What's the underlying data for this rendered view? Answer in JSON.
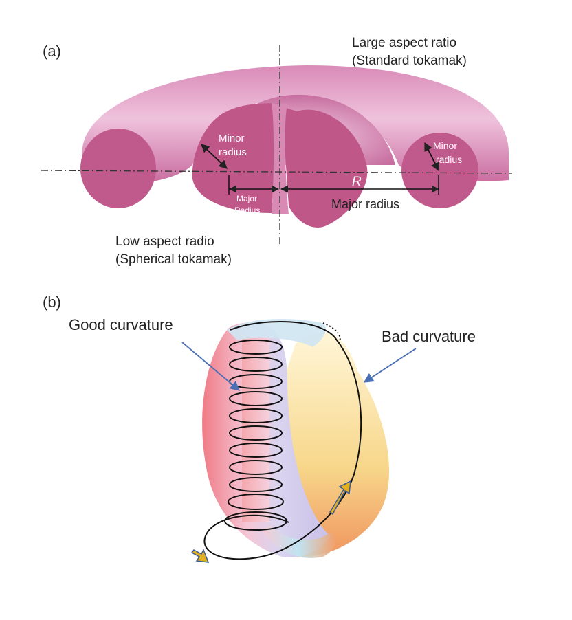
{
  "panel_a": {
    "label": "(a)",
    "large_aspect_line1": "Large aspect ratio",
    "large_aspect_line2": "(Standard tokamak)",
    "low_aspect_line1": "Low aspect radio",
    "low_aspect_line2": "(Spherical tokamak)",
    "minor_radius_left_line1": "Minor",
    "minor_radius_left_line2": "radius",
    "minor_radius_right_line1": "Minor",
    "minor_radius_right_line2": "radius",
    "major_radius_small_line1": "Major",
    "major_radius_small_line2": "Radius",
    "major_radius_large": "Major radius",
    "r_symbol": "R"
  },
  "panel_b": {
    "label": "(b)",
    "good_curvature": "Good curvature",
    "bad_curvature": "Bad curvature"
  },
  "colors": {
    "torus": "#c15a8f",
    "arrow_blue": "#4a6fb5",
    "flow_arrow": "#e0b020"
  }
}
